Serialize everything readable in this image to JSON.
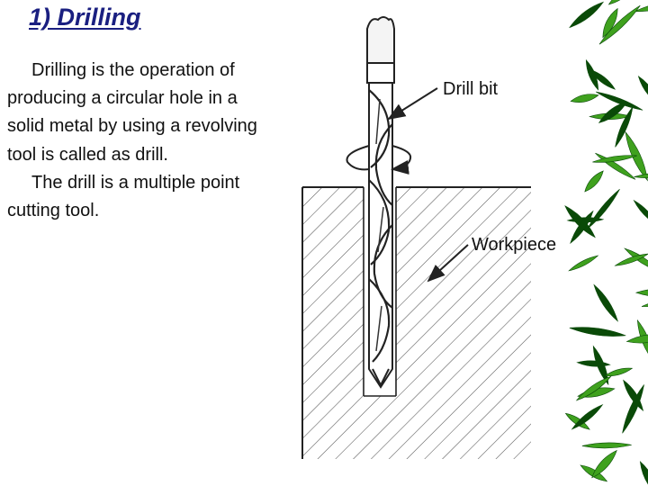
{
  "slide": {
    "title": "1) Drilling",
    "paragraphs": [
      "Drilling is the operation of producing a circular hole in a solid metal by using a revolving tool is called as drill.",
      "The drill is a multiple point cutting tool."
    ]
  },
  "figure": {
    "labels": {
      "drill_bit": "Drill bit",
      "workpiece": "Workpiece"
    }
  },
  "colors": {
    "title": "#1a1f80",
    "text": "#111111",
    "leaf_dark": "#0a4a08",
    "leaf_light": "#3fa11e",
    "background": "#ffffff"
  },
  "icons": [
    "rotation-arrow-icon",
    "bamboo-leaves-decoration"
  ]
}
